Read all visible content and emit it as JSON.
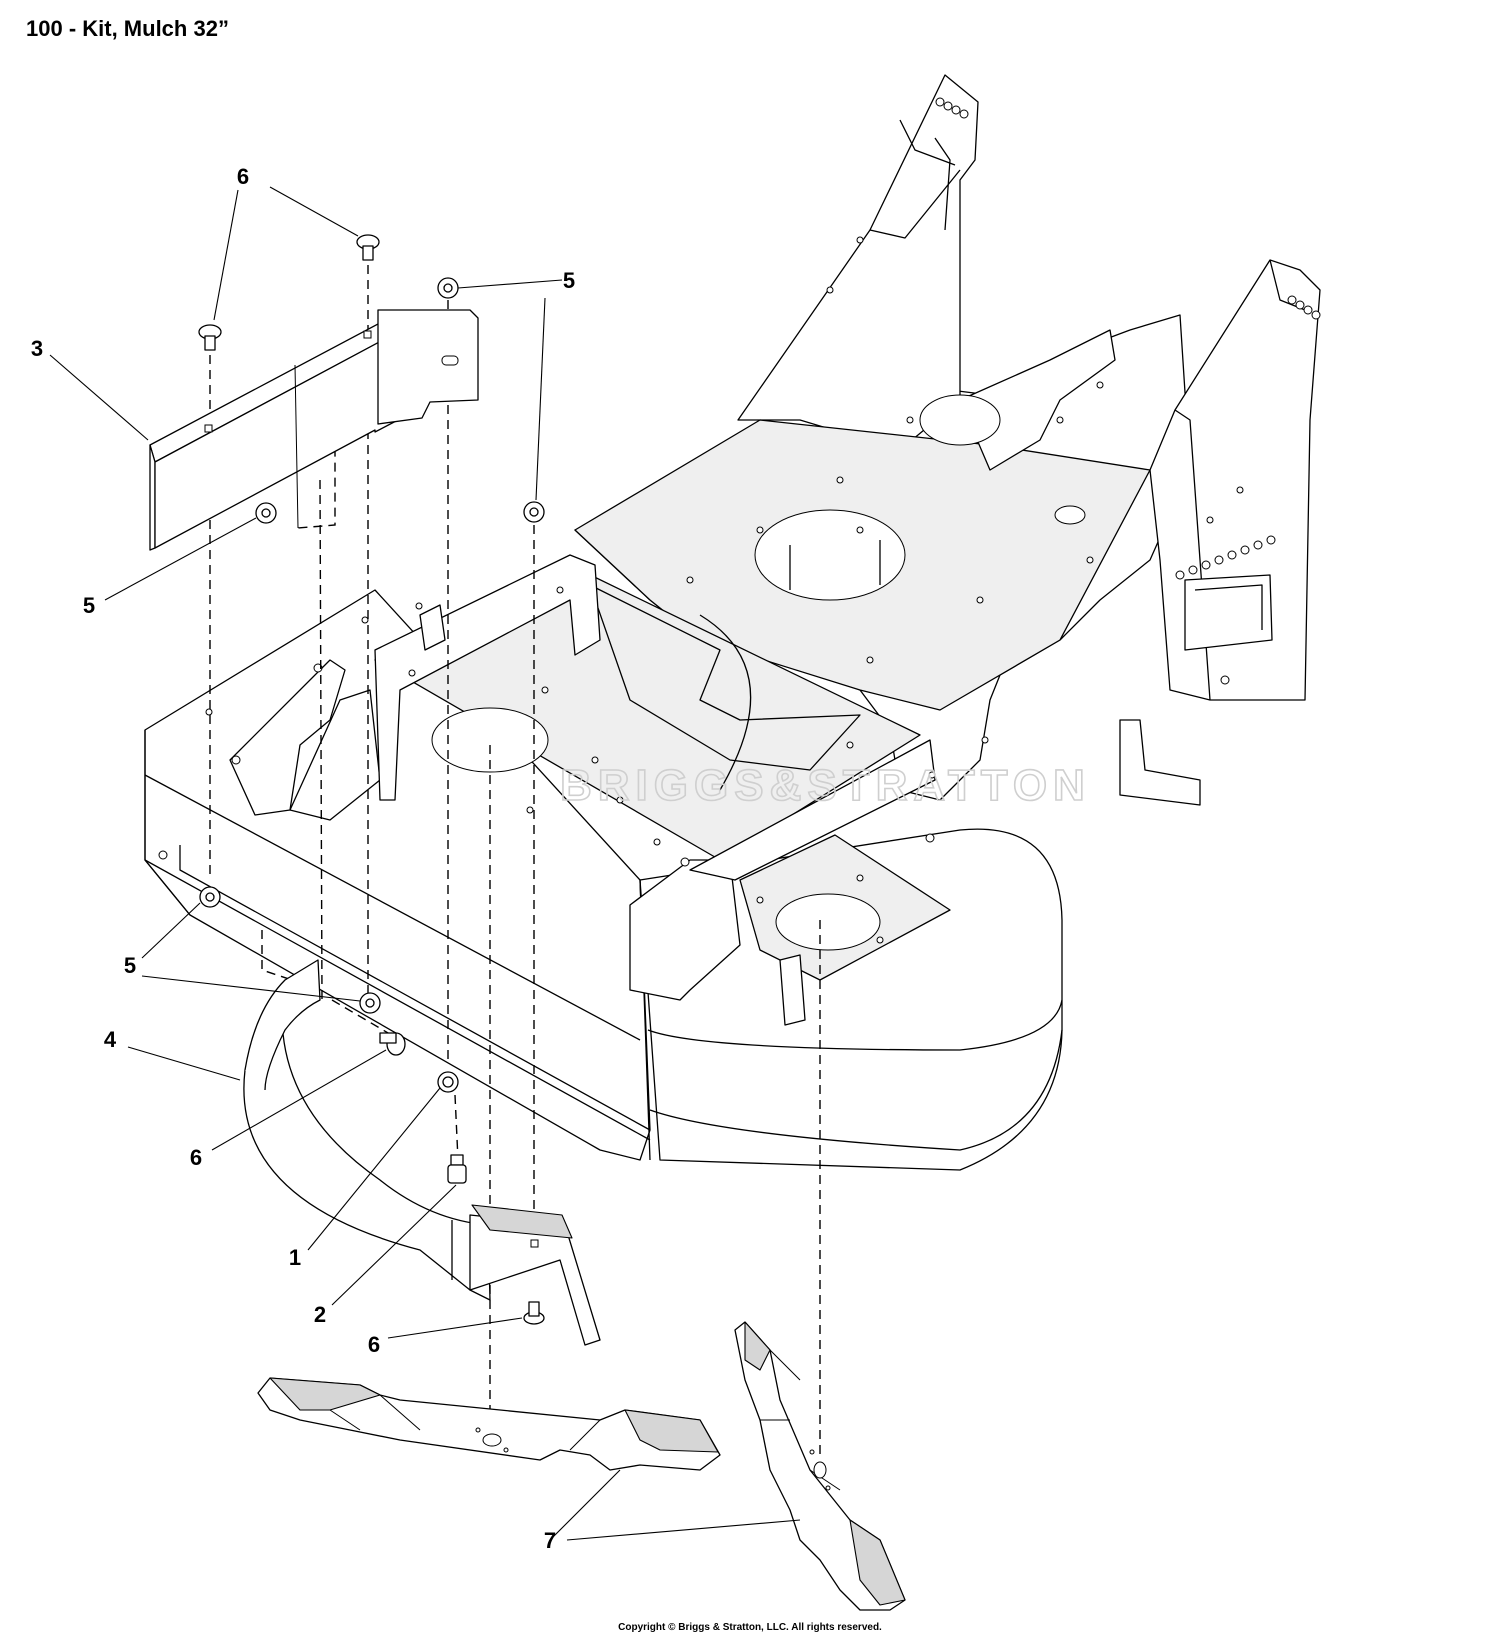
{
  "title": "100 - Kit, Mulch 32”",
  "copyright": "Copyright © Briggs & Stratton, LLC. All rights reserved.",
  "watermark": "BRIGGS&STRATTON",
  "callouts": [
    {
      "id": "c6a",
      "label": "6"
    },
    {
      "id": "c5a",
      "label": "5"
    },
    {
      "id": "c3",
      "label": "3"
    },
    {
      "id": "c5b",
      "label": "5"
    },
    {
      "id": "c5c",
      "label": "5"
    },
    {
      "id": "c5d",
      "label": "5"
    },
    {
      "id": "c4",
      "label": "4"
    },
    {
      "id": "c6b",
      "label": "6"
    },
    {
      "id": "c1",
      "label": "1"
    },
    {
      "id": "c2",
      "label": "2"
    },
    {
      "id": "c6c",
      "label": "6"
    },
    {
      "id": "c7",
      "label": "7"
    }
  ],
  "colors": {
    "line": "#000000",
    "watermark": "#cfcfcf",
    "background": "#ffffff"
  }
}
